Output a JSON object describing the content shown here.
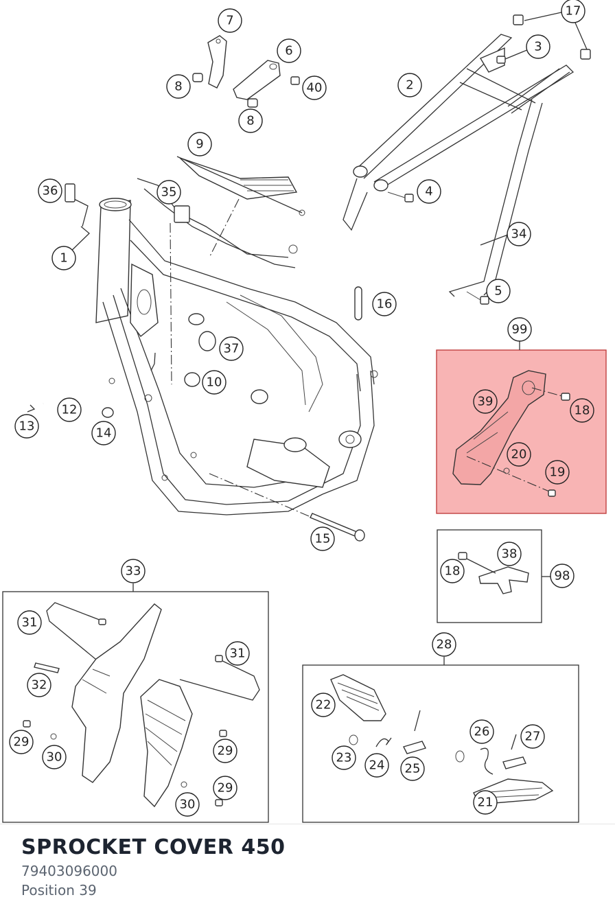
{
  "part": {
    "title": "SPROCKET COVER 450",
    "number": "79403096000",
    "position": "Position 39"
  },
  "colors": {
    "highlight_fill": "#f8b4b4",
    "highlight_stroke": "#c04040",
    "line": "#333333",
    "title": "#1d2430",
    "subtext": "#5b6470"
  },
  "callouts": {
    "c1": "1",
    "c2": "2",
    "c3": "3",
    "c4": "4",
    "c5": "5",
    "c6": "6",
    "c7": "7",
    "c8a": "8",
    "c8b": "8",
    "c9": "9",
    "c10": "10",
    "c12": "12",
    "c13": "13",
    "c14": "14",
    "c15": "15",
    "c16": "16",
    "c17": "17",
    "c18a": "18",
    "c18b": "18",
    "c19": "19",
    "c20": "20",
    "c21": "21",
    "c22": "22",
    "c23": "23",
    "c24": "24",
    "c25": "25",
    "c26": "26",
    "c27": "27",
    "c28": "28",
    "c29a": "29",
    "c29b": "29",
    "c29c": "29",
    "c30a": "30",
    "c30b": "30",
    "c31a": "31",
    "c31b": "31",
    "c32": "32",
    "c33": "33",
    "c34": "34",
    "c35": "35",
    "c36": "36",
    "c37": "37",
    "c38": "38",
    "c39": "39",
    "c40": "40",
    "c98": "98",
    "c99": "99"
  }
}
